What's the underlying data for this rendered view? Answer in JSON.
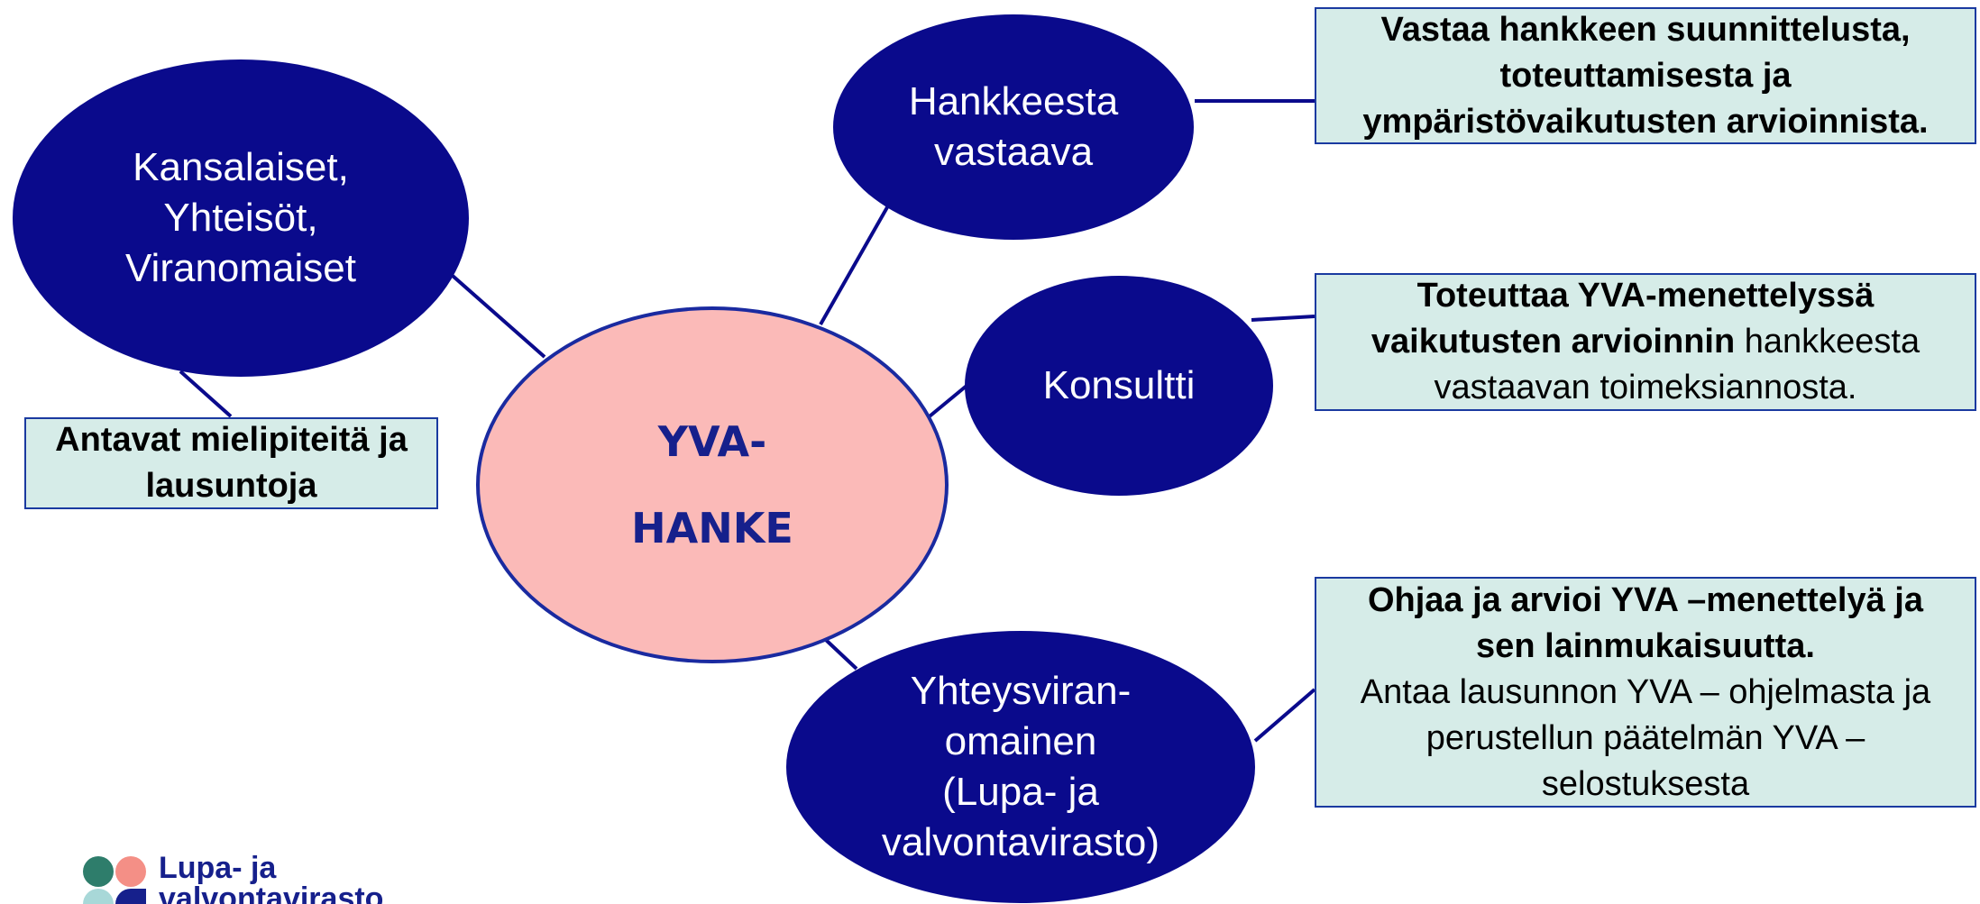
{
  "center": {
    "line1": "YVA-",
    "line2": "HANKE"
  },
  "nodes": {
    "kansalaiset": [
      "Kansalaiset,",
      "Yhteisöt,",
      "Viranomaiset"
    ],
    "hankkeesta": [
      "Hankkeesta",
      "vastaava"
    ],
    "konsultti": [
      "Konsultti"
    ],
    "yhteysviranomainen": [
      "Yhteysviran-",
      "omainen",
      "(Lupa- ja",
      "valvontavirasto)"
    ]
  },
  "boxes": {
    "mielipiteita": [
      "Antavat mielipiteitä ja",
      "lausuntoja"
    ],
    "vastaa": [
      "Vastaa hankkeen suunnittelusta,",
      "toteuttamisesta ja",
      "ympäristövaikutusten arvioinnista."
    ],
    "toteuttaa": {
      "line1": "Toteuttaa YVA-menettelyssä",
      "line2_bold": "vaikutusten arvioinnin",
      "line2_rest": " hankkeesta",
      "line3": "vastaavan toimeksiannosta."
    },
    "ohjaa": {
      "bold": [
        "Ohjaa ja arvioi YVA –menettelyä ja",
        "sen lainmukaisuutta."
      ],
      "normal": [
        "Antaa lausunnon YVA – ohjelmasta ja",
        "perustellun päätelmän YVA –",
        "selostuksesta"
      ]
    }
  },
  "logo": {
    "line1": "Lupa- ja",
    "line2": "valvontavirasto"
  },
  "colors": {
    "navy": "#0a0a8c",
    "center_fill": "#fbbab8",
    "box_fill": "#d6ece8",
    "logo_text": "#16208c",
    "logo_dots": [
      "#2e7d6b",
      "#f48f86",
      "#a8d8d8",
      "#16208c"
    ]
  }
}
